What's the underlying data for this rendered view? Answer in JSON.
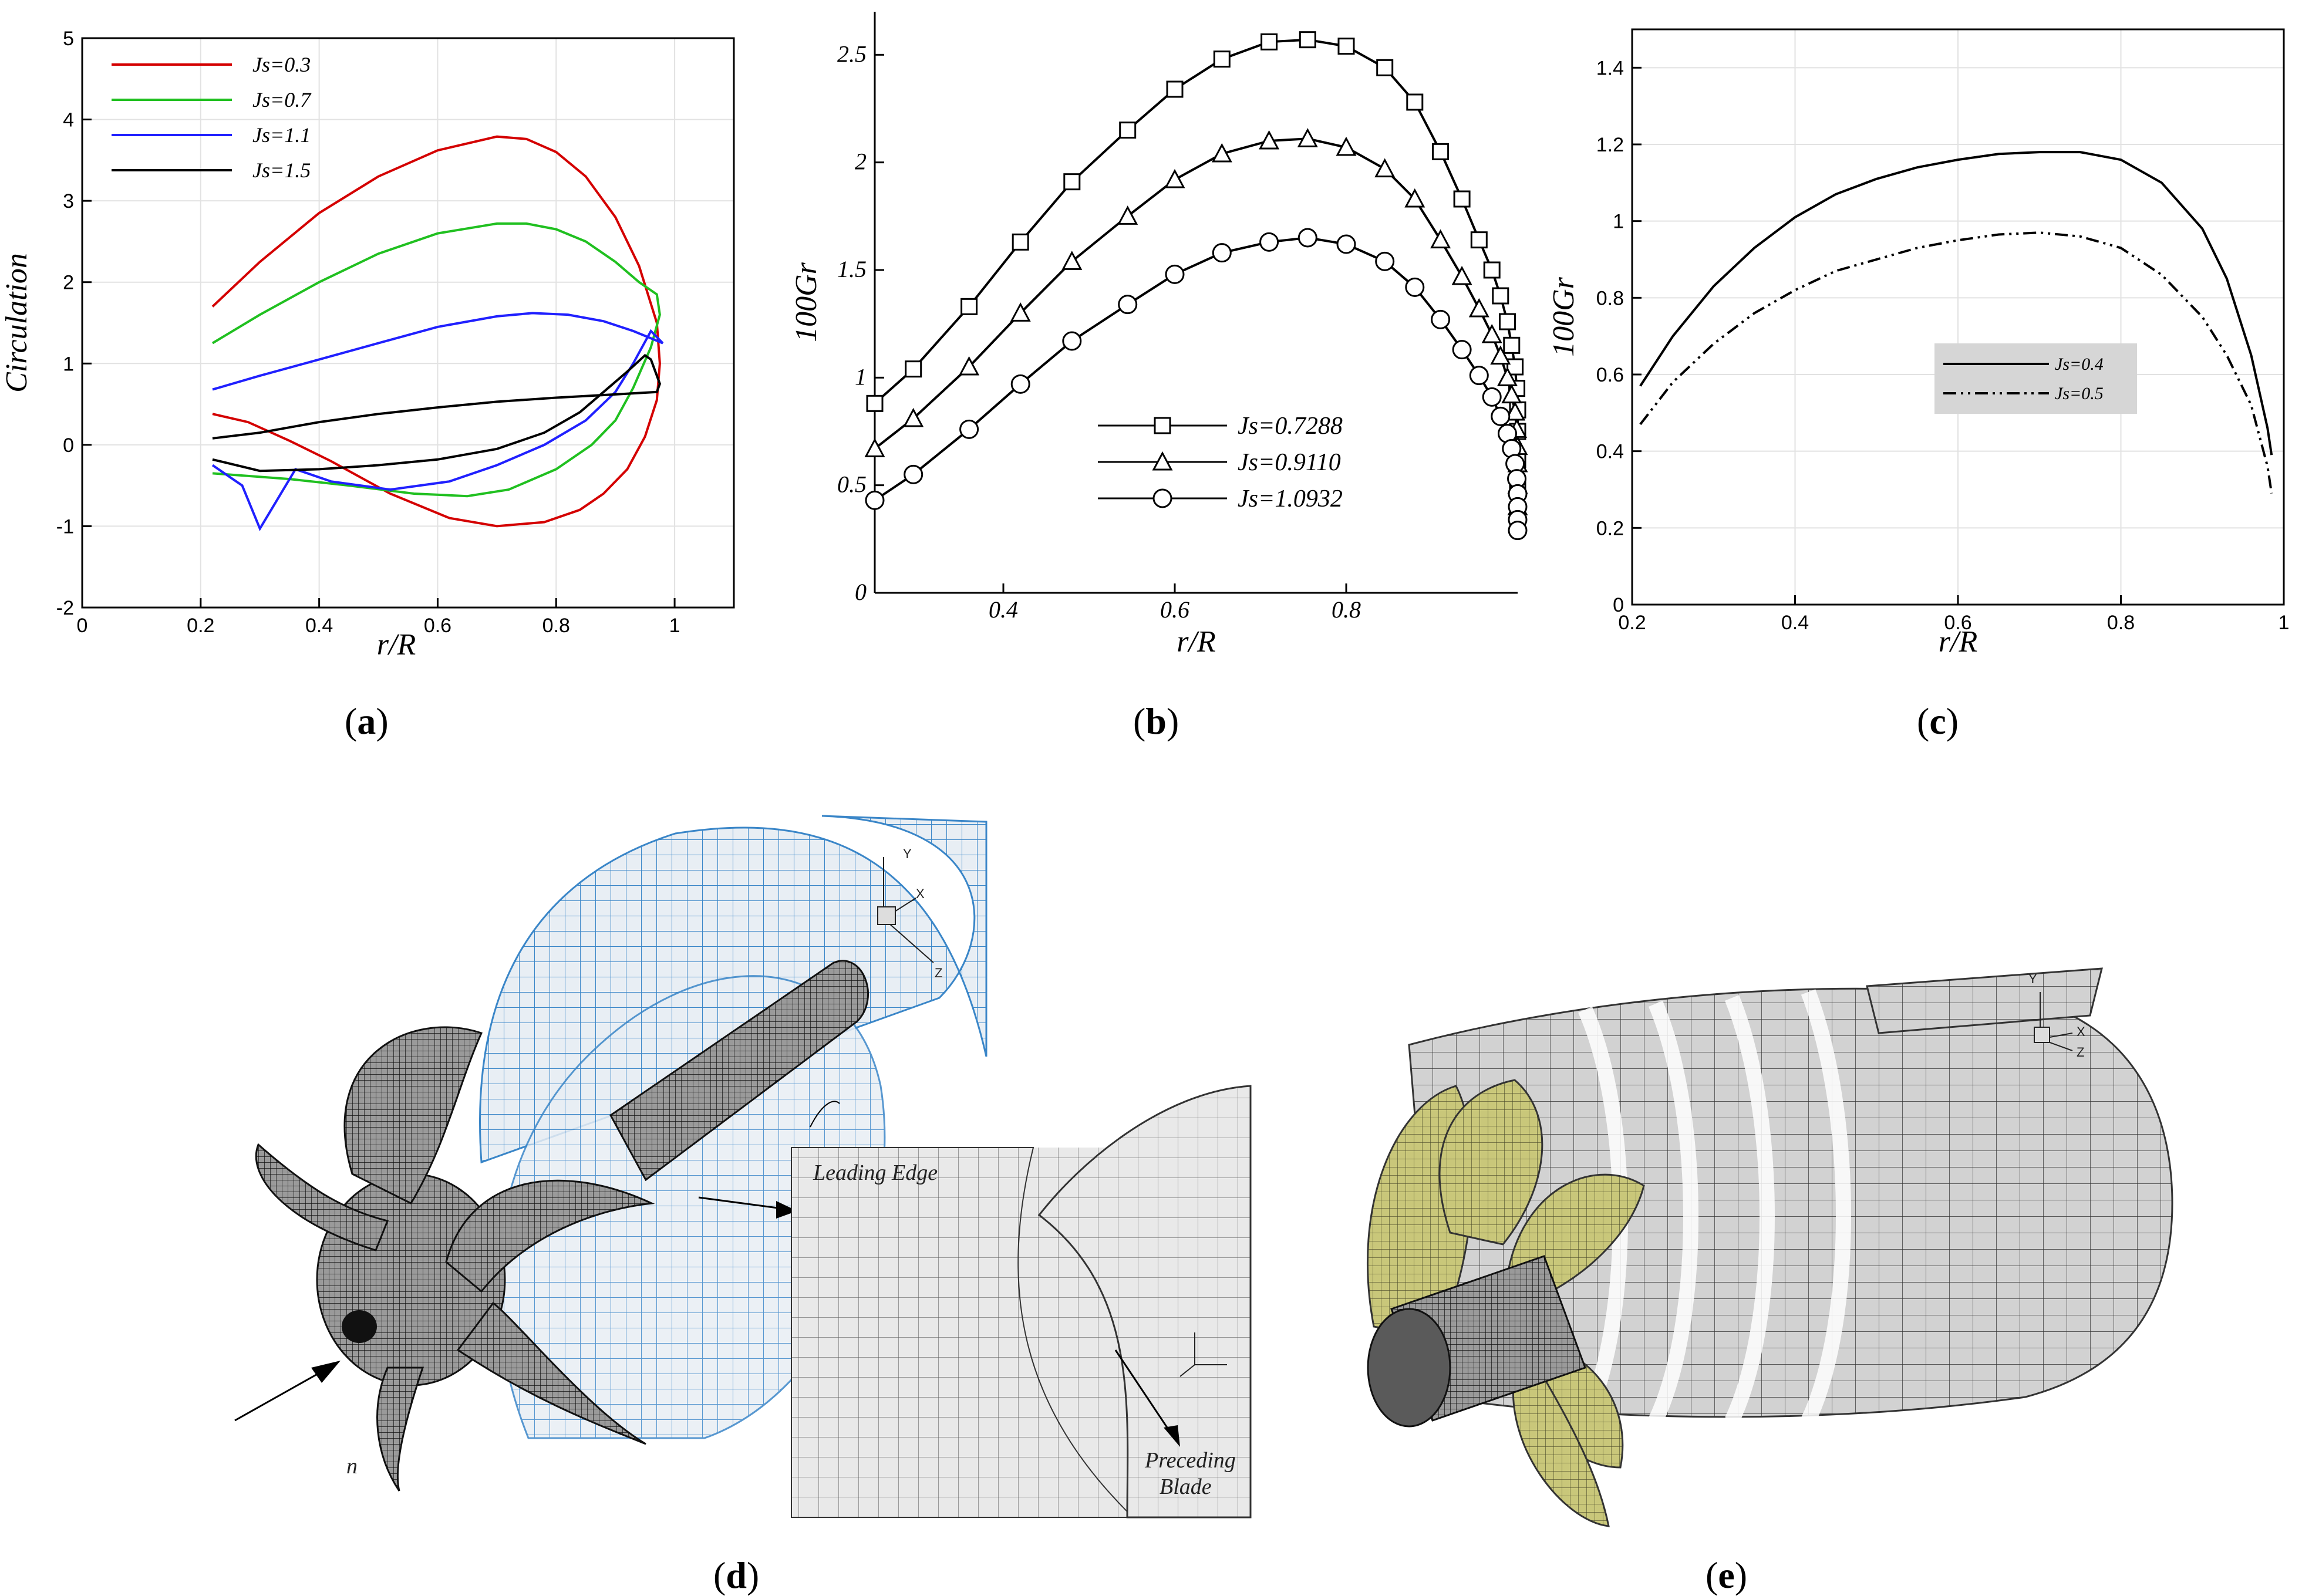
{
  "chart_data": [
    {
      "id": "a",
      "type": "line",
      "panel_label": "a",
      "xlabel": "r/R",
      "ylabel": "Circulation",
      "xlim": [
        0,
        1.1
      ],
      "ylim": [
        -2,
        5
      ],
      "xticks": [
        0,
        0.2,
        0.4,
        0.6,
        0.8,
        1
      ],
      "yticks": [
        -2,
        -1,
        0,
        1,
        2,
        3,
        4,
        5
      ],
      "grid": true,
      "legend": "top-left",
      "series": [
        {
          "name": "Js=0.3",
          "color": "#d40000",
          "points": [
            [
              0.22,
              1.7
            ],
            [
              0.3,
              2.25
            ],
            [
              0.4,
              2.85
            ],
            [
              0.5,
              3.3
            ],
            [
              0.6,
              3.62
            ],
            [
              0.7,
              3.79
            ],
            [
              0.75,
              3.76
            ],
            [
              0.8,
              3.6
            ],
            [
              0.85,
              3.3
            ],
            [
              0.9,
              2.8
            ],
            [
              0.94,
              2.2
            ],
            [
              0.97,
              1.5
            ],
            [
              0.975,
              1.0
            ],
            [
              0.97,
              0.55
            ],
            [
              0.95,
              0.1
            ],
            [
              0.92,
              -0.3
            ],
            [
              0.88,
              -0.6
            ],
            [
              0.84,
              -0.8
            ],
            [
              0.78,
              -0.95
            ],
            [
              0.7,
              -1.0
            ],
            [
              0.62,
              -0.9
            ],
            [
              0.52,
              -0.6
            ],
            [
              0.42,
              -0.2
            ],
            [
              0.35,
              0.05
            ],
            [
              0.28,
              0.28
            ],
            [
              0.22,
              0.38
            ]
          ]
        },
        {
          "name": "Js=0.7",
          "color": "#20c020",
          "points": [
            [
              0.22,
              1.25
            ],
            [
              0.3,
              1.6
            ],
            [
              0.4,
              2.0
            ],
            [
              0.5,
              2.35
            ],
            [
              0.6,
              2.6
            ],
            [
              0.7,
              2.72
            ],
            [
              0.75,
              2.72
            ],
            [
              0.8,
              2.65
            ],
            [
              0.85,
              2.5
            ],
            [
              0.9,
              2.25
            ],
            [
              0.94,
              2.0
            ],
            [
              0.97,
              1.85
            ],
            [
              0.975,
              1.6
            ],
            [
              0.96,
              1.2
            ],
            [
              0.93,
              0.7
            ],
            [
              0.9,
              0.3
            ],
            [
              0.86,
              0.0
            ],
            [
              0.8,
              -0.3
            ],
            [
              0.72,
              -0.55
            ],
            [
              0.65,
              -0.63
            ],
            [
              0.56,
              -0.6
            ],
            [
              0.45,
              -0.5
            ],
            [
              0.35,
              -0.42
            ],
            [
              0.22,
              -0.35
            ]
          ]
        },
        {
          "name": "Js=1.1",
          "color": "#2020ff",
          "points": [
            [
              0.22,
              0.68
            ],
            [
              0.3,
              0.85
            ],
            [
              0.4,
              1.05
            ],
            [
              0.5,
              1.25
            ],
            [
              0.6,
              1.45
            ],
            [
              0.7,
              1.58
            ],
            [
              0.76,
              1.62
            ],
            [
              0.82,
              1.6
            ],
            [
              0.88,
              1.52
            ],
            [
              0.93,
              1.4
            ],
            [
              0.98,
              1.25
            ],
            [
              0.96,
              1.4
            ],
            [
              0.93,
              1.0
            ],
            [
              0.9,
              0.65
            ],
            [
              0.85,
              0.3
            ],
            [
              0.78,
              0.0
            ],
            [
              0.7,
              -0.25
            ],
            [
              0.62,
              -0.45
            ],
            [
              0.52,
              -0.55
            ],
            [
              0.42,
              -0.45
            ],
            [
              0.36,
              -0.3
            ],
            [
              0.3,
              -1.03
            ],
            [
              0.27,
              -0.5
            ],
            [
              0.22,
              -0.25
            ]
          ]
        },
        {
          "name": "Js=1.5",
          "color": "#000000",
          "points": [
            [
              0.22,
              0.08
            ],
            [
              0.3,
              0.15
            ],
            [
              0.4,
              0.28
            ],
            [
              0.5,
              0.38
            ],
            [
              0.6,
              0.46
            ],
            [
              0.7,
              0.53
            ],
            [
              0.8,
              0.58
            ],
            [
              0.9,
              0.62
            ],
            [
              0.97,
              0.65
            ],
            [
              0.975,
              0.75
            ],
            [
              0.96,
              1.05
            ],
            [
              0.95,
              1.1
            ],
            [
              0.92,
              0.9
            ],
            [
              0.88,
              0.65
            ],
            [
              0.84,
              0.4
            ],
            [
              0.78,
              0.15
            ],
            [
              0.7,
              -0.05
            ],
            [
              0.6,
              -0.18
            ],
            [
              0.5,
              -0.25
            ],
            [
              0.4,
              -0.3
            ],
            [
              0.3,
              -0.32
            ],
            [
              0.22,
              -0.18
            ]
          ]
        }
      ]
    },
    {
      "id": "b",
      "type": "line",
      "panel_label": "b",
      "xlabel": "r/R",
      "ylabel": "100Gr",
      "xlim": [
        0.25,
        1.0
      ],
      "ylim": [
        0,
        2.7
      ],
      "xticks": [
        0.4,
        0.6,
        0.8
      ],
      "yticks": [
        0,
        0.5,
        1,
        1.5,
        2,
        2.5
      ],
      "yticklabels": [
        "0",
        "0.5",
        "1",
        "1.5",
        "2",
        "2.5"
      ],
      "grid": false,
      "legend": "bottom-center",
      "x": [
        0.25,
        0.295,
        0.36,
        0.42,
        0.48,
        0.545,
        0.6,
        0.655,
        0.71,
        0.755,
        0.8,
        0.845,
        0.88,
        0.91,
        0.935,
        0.955,
        0.97,
        0.98,
        0.988,
        0.993,
        0.997,
        0.999,
        1.0,
        1.0,
        1.0,
        1.0
      ],
      "series": [
        {
          "name": "Js=0.7288",
          "marker": "square",
          "values": [
            0.88,
            1.04,
            1.33,
            1.63,
            1.91,
            2.15,
            2.34,
            2.48,
            2.56,
            2.57,
            2.54,
            2.44,
            2.28,
            2.05,
            1.83,
            1.64,
            1.5,
            1.38,
            1.26,
            1.15,
            1.05,
            0.95,
            0.85,
            0.75,
            0.62,
            0.5
          ]
        },
        {
          "name": "Js=0.9110",
          "marker": "triangle",
          "values": [
            0.67,
            0.81,
            1.05,
            1.3,
            1.54,
            1.75,
            1.92,
            2.04,
            2.1,
            2.11,
            2.07,
            1.97,
            1.83,
            1.64,
            1.47,
            1.32,
            1.2,
            1.1,
            1.0,
            0.92,
            0.84,
            0.76,
            0.68,
            0.6,
            0.5,
            0.4
          ]
        },
        {
          "name": "Js=1.0932",
          "marker": "circle",
          "values": [
            0.43,
            0.55,
            0.76,
            0.97,
            1.17,
            1.34,
            1.48,
            1.58,
            1.63,
            1.65,
            1.62,
            1.54,
            1.42,
            1.27,
            1.13,
            1.01,
            0.91,
            0.82,
            0.74,
            0.67,
            0.6,
            0.53,
            0.46,
            0.4,
            0.34,
            0.29
          ]
        }
      ]
    },
    {
      "id": "c",
      "type": "line",
      "panel_label": "c",
      "xlabel": "r/R",
      "ylabel": "100Gr",
      "xlim": [
        0.2,
        1.0
      ],
      "ylim": [
        0,
        1.5
      ],
      "xticks": [
        0.2,
        0.4,
        0.6,
        0.8,
        1
      ],
      "yticks": [
        0,
        0.2,
        0.4,
        0.6,
        0.8,
        1,
        1.2,
        1.4
      ],
      "grid": true,
      "legend": "center-right",
      "series": [
        {
          "name": "Js=0.4",
          "dash": "solid",
          "points": [
            [
              0.21,
              0.57
            ],
            [
              0.25,
              0.7
            ],
            [
              0.3,
              0.83
            ],
            [
              0.35,
              0.93
            ],
            [
              0.4,
              1.01
            ],
            [
              0.45,
              1.07
            ],
            [
              0.5,
              1.11
            ],
            [
              0.55,
              1.14
            ],
            [
              0.6,
              1.16
            ],
            [
              0.65,
              1.175
            ],
            [
              0.7,
              1.18
            ],
            [
              0.75,
              1.18
            ],
            [
              0.8,
              1.16
            ],
            [
              0.85,
              1.1
            ],
            [
              0.9,
              0.98
            ],
            [
              0.93,
              0.85
            ],
            [
              0.96,
              0.65
            ],
            [
              0.98,
              0.46
            ],
            [
              0.985,
              0.39
            ]
          ]
        },
        {
          "name": "Js=0.5",
          "dash": "dashdotdot",
          "points": [
            [
              0.21,
              0.47
            ],
            [
              0.25,
              0.58
            ],
            [
              0.3,
              0.68
            ],
            [
              0.35,
              0.76
            ],
            [
              0.4,
              0.82
            ],
            [
              0.45,
              0.87
            ],
            [
              0.5,
              0.9
            ],
            [
              0.55,
              0.93
            ],
            [
              0.6,
              0.95
            ],
            [
              0.65,
              0.965
            ],
            [
              0.7,
              0.97
            ],
            [
              0.75,
              0.96
            ],
            [
              0.8,
              0.93
            ],
            [
              0.85,
              0.86
            ],
            [
              0.9,
              0.75
            ],
            [
              0.93,
              0.65
            ],
            [
              0.96,
              0.52
            ],
            [
              0.98,
              0.36
            ],
            [
              0.985,
              0.29
            ]
          ]
        }
      ]
    }
  ],
  "panel_d": {
    "label": "d",
    "annotations": {
      "leading_edge": "Leading Edge",
      "preceding_line1": "Preceding",
      "preceding_line2": "Blade",
      "rotation": "n",
      "axis_x": "X",
      "axis_y": "Y",
      "axis_z": "Z"
    }
  },
  "panel_e": {
    "label": "e",
    "annotations": {
      "axis_x": "X",
      "axis_y": "Y",
      "axis_z": "Z"
    }
  },
  "colors": {
    "mesh_gray": "#d9d9d9",
    "mesh_dark": "#3a3a3a",
    "mesh_blue": "#3a86c8",
    "blade_olive": "#c9c77a"
  }
}
